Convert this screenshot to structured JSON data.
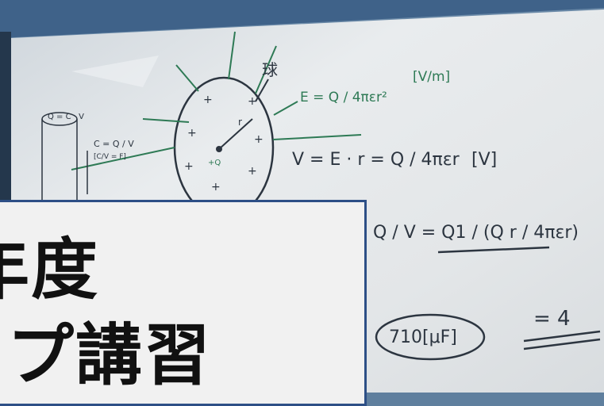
{
  "photo": {
    "caption_lines": [
      "年度",
      "ップ講習"
    ],
    "whiteboard": {
      "label_sphere": "球",
      "formula_field": "E = Q / 4πεr²",
      "field_unit": "[V/m]",
      "formula_potential": "V = E · r = Q / 4πεr",
      "potential_unit": "[V]",
      "formula_capacitance": "C = Q / V",
      "capacitance_unit": "[C/V = F]",
      "formula_charge": "Q = C · V",
      "charge_label": "+Q",
      "radius_label": "r",
      "ratio_fraction": "Q / V = Q1 / (Q r / 4πεr)",
      "result_circled": "710[μF]",
      "result_right": "= 4"
    }
  },
  "colors": {
    "frame_blue": "#2d4f86",
    "marker_green": "#2e7a55",
    "marker_black": "#2c3540",
    "board": "#e7eaec"
  }
}
